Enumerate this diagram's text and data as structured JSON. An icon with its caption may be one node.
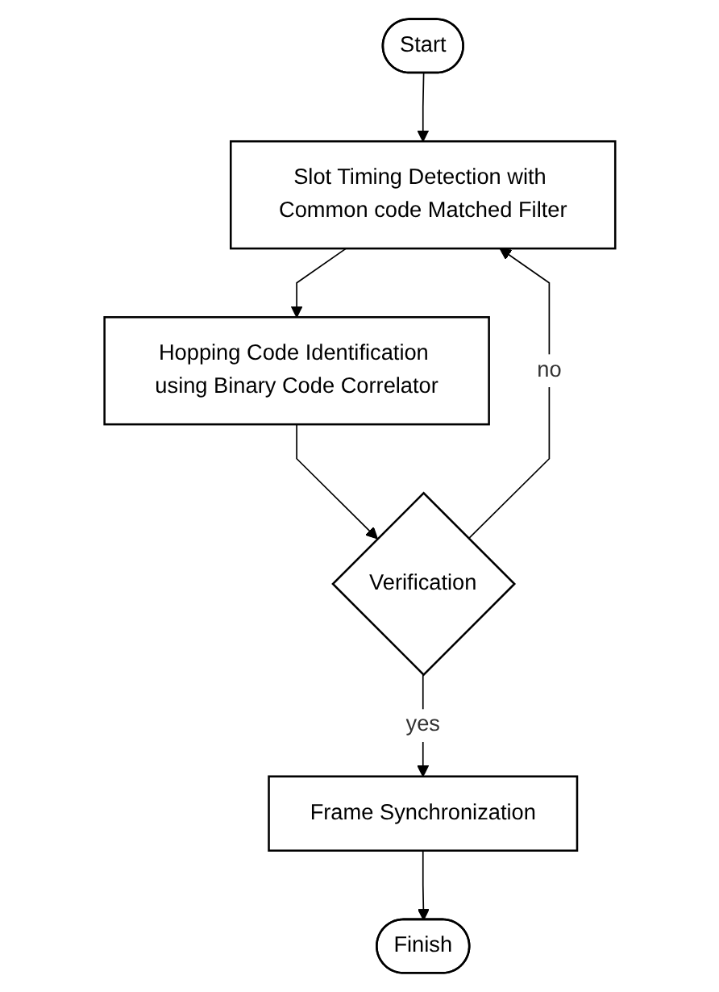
{
  "diagram": {
    "nodes": [
      {
        "text": [
          "Start"
        ]
      },
      {
        "text": [
          "Slot Timing Detection with Common code Matched Filter"
        ]
      },
      {
        "text": [
          "Hopping Code Identification using Binary Code Correlator"
        ]
      },
      {
        "text": [
          "Verification"
        ]
      },
      {
        "text": [
          "Frame Synchronization"
        ]
      },
      {
        "text": [
          "Finish"
        ]
      }
    ],
    "edges": [
      {
        "from": 0,
        "to": 1,
        "arrow": "to"
      },
      {
        "from": 1,
        "to": 2,
        "arrow": "to"
      },
      {
        "from": 2,
        "to": 3,
        "arrow": "to"
      },
      {
        "from": 3,
        "to": 1,
        "arrow": "to",
        "label": "no"
      },
      {
        "from": 3,
        "to": 4,
        "arrow": "to",
        "label": "yes"
      },
      {
        "from": 4,
        "to": 5,
        "arrow": "to"
      }
    ]
  }
}
